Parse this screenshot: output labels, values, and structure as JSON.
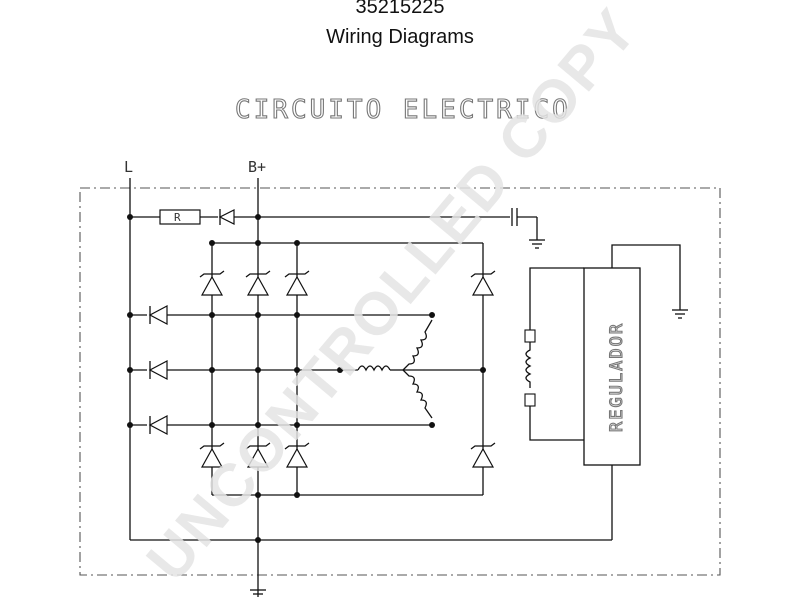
{
  "header": {
    "part_number": "35215225",
    "title": "Wiring Diagrams"
  },
  "diagram": {
    "heading": "CIRCUITO ELECTRICO",
    "terminal_l": "L",
    "terminal_b": "B+",
    "resistor_label": "R",
    "regulator_label": "REGULADOR"
  },
  "watermark": {
    "text": "UNCONTROLLED COPY"
  },
  "colors": {
    "line": "#111111",
    "watermark": "#e4e4e4"
  }
}
